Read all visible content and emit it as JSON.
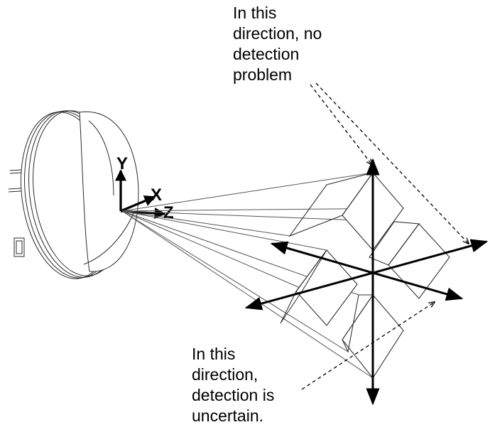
{
  "annotations": {
    "top": [
      "In this",
      "direction, no",
      "detection",
      "problem"
    ],
    "bottom": [
      "In this",
      "direction,",
      "detection is",
      "uncertain."
    ]
  },
  "sensor_axes": {
    "x": "X",
    "y": "Y",
    "z": "Z"
  },
  "colors": {
    "ink": "#000000",
    "outline": "#2b2b2b",
    "background": "#ffffff"
  }
}
